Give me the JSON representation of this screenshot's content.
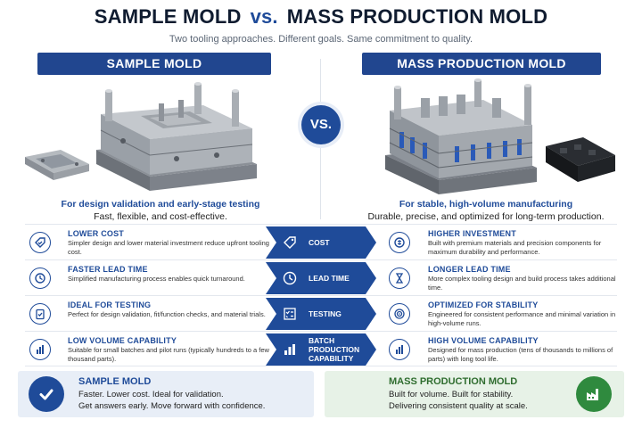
{
  "header": {
    "title_left": "SAMPLE MOLD",
    "title_vs": "vs.",
    "title_right": "MASS PRODUCTION MOLD",
    "subtitle": "Two tooling approaches. Different goals. Same commitment to quality."
  },
  "columns": {
    "left_label": "SAMPLE MOLD",
    "right_label": "MASS PRODUCTION MOLD",
    "vs_label": "VS."
  },
  "taglines": {
    "left_main": "For design validation and early-stage testing",
    "left_sub": "Fast, flexible, and cost-effective.",
    "right_main": "For stable, high-volume manufacturing",
    "right_sub": "Durable, precise, and optimized for long-term production."
  },
  "rows": [
    {
      "category": "COST",
      "category_icon": "price-tag-icon",
      "left": {
        "icon": "tag-check-icon",
        "title": "LOWER COST",
        "desc": "Simpler design and lower material investment reduce upfront tooling cost."
      },
      "right": {
        "icon": "coin-icon",
        "title": "HIGHER INVESTMENT",
        "desc": "Built with premium materials and precision components for maximum durability and performance."
      }
    },
    {
      "category": "LEAD TIME",
      "category_icon": "clock-icon",
      "left": {
        "icon": "clock-icon",
        "title": "FASTER LEAD TIME",
        "desc": "Simplified manufacturing process enables quick turnaround."
      },
      "right": {
        "icon": "hourglass-icon",
        "title": "LONGER LEAD TIME",
        "desc": "More complex tooling design and build process takes additional time."
      }
    },
    {
      "category": "TESTING",
      "category_icon": "checklist-icon",
      "left": {
        "icon": "clipboard-check-icon",
        "title": "IDEAL FOR TESTING",
        "desc": "Perfect for design validation, fit/function checks, and material trials."
      },
      "right": {
        "icon": "target-icon",
        "title": "OPTIMIZED FOR STABILITY",
        "desc": "Engineered for consistent performance and minimal variation in high-volume runs."
      }
    },
    {
      "category": "BATCH PRODUCTION CAPABILITY",
      "category_icon": "bar-chart-icon",
      "left": {
        "icon": "bar-chart-icon",
        "title": "LOW VOLUME CAPABILITY",
        "desc": "Suitable for small batches and pilot runs (typically hundreds to a few thousand parts)."
      },
      "right": {
        "icon": "bar-chart-icon",
        "title": "HIGH VOLUME CAPABILITY",
        "desc": "Designed for mass production (tens of thousands to millions of parts) with long tool life."
      }
    }
  ],
  "bottom": {
    "left": {
      "icon": "checkmark-icon",
      "title": "SAMPLE MOLD",
      "line1": "Faster. Lower cost. Ideal for validation.",
      "line2": "Get answers early. Move forward with confidence."
    },
    "right": {
      "icon": "factory-icon",
      "title": "MASS PRODUCTION MOLD",
      "line1": "Built for volume. Built for stability.",
      "line2": "Delivering consistent quality at scale."
    }
  },
  "colors": {
    "primary_blue": "#1f4b99",
    "header_blue": "#21468f",
    "green": "#2f8a3e",
    "left_panel_bg": "#e8eef7",
    "right_panel_bg": "#e7f2e7"
  }
}
